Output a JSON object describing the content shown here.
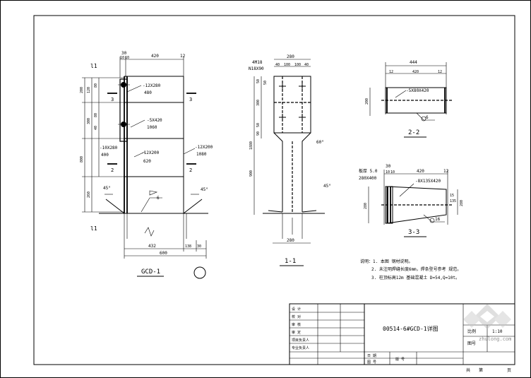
{
  "view_gcd1": {
    "top_dims": [
      "30",
      "10",
      "10",
      "420",
      "12"
    ],
    "axis_label_top": "l1",
    "axis_label_bottom": "l1",
    "left_dims": [
      "200",
      "120",
      "80",
      "300",
      "40",
      "80",
      "800",
      "260"
    ],
    "plate1_spec": "-12X280",
    "plate1_len": "480",
    "plate2_spec": "-5X420",
    "plate2_len": "1060",
    "plate3_spec": "-10X280",
    "plate3_len": "400",
    "plate4_spec": "-12X200",
    "plate4_len": "620",
    "plate5_spec": "-12X200",
    "plate5_len": "1080",
    "section3": "3",
    "section2": "2",
    "weld_6": "6",
    "angle_45": "45°",
    "bottom_dims": [
      "432",
      "138",
      "30",
      "600"
    ],
    "title": "GCD-1",
    "bubble": ""
  },
  "view_11": {
    "bolt_note": "4M18",
    "bolt_note2": "N18X90",
    "top_dims": [
      "280",
      "40",
      "100",
      "100",
      "40"
    ],
    "left_dims": [
      "50",
      "300",
      "50",
      "90",
      "50",
      "1880",
      "900"
    ],
    "angle": "60°",
    "angle2": "45°",
    "bottom_dim": "280",
    "title": "1-1"
  },
  "view_22": {
    "top_dim": "444",
    "sub_dims": [
      "12",
      "420",
      "12"
    ],
    "left_dim": "200",
    "plate_spec": "-5X80X420",
    "weld": "6",
    "title": "2-2"
  },
  "view_33": {
    "top_dims": [
      "30",
      "10",
      "10",
      "420",
      "12"
    ],
    "left_label": "板厚 5.0",
    "left_spec": "280X400",
    "plate_spec": "-8X135X420",
    "right_dims": [
      "15",
      "135",
      "280"
    ],
    "left_dim": "280",
    "weld": "16",
    "title": "3-3"
  },
  "notes": [
    "说明：1. 本图 钢材说明。",
    "2. 未注明焊缝长度6mm，焊条型号参考 规范。",
    "3. 柱顶标高12m 基础混凝土 D=54,Q=10t。"
  ],
  "titleblock": {
    "left_cells": [
      "设 计",
      "校 对",
      "审 核",
      "审 定",
      "项目负责人",
      "专业负责人"
    ],
    "drawing_title": "00514-6#GCD-1详图",
    "scale_label": "比例",
    "scale_value": "1:10",
    "sheet_label": "图号",
    "bottom_cells": [
      "日 期",
      "图 号",
      "版 号"
    ],
    "footer": [
      "共",
      "第",
      "页"
    ]
  },
  "watermark": {
    "site_text": "zhulong.com"
  }
}
